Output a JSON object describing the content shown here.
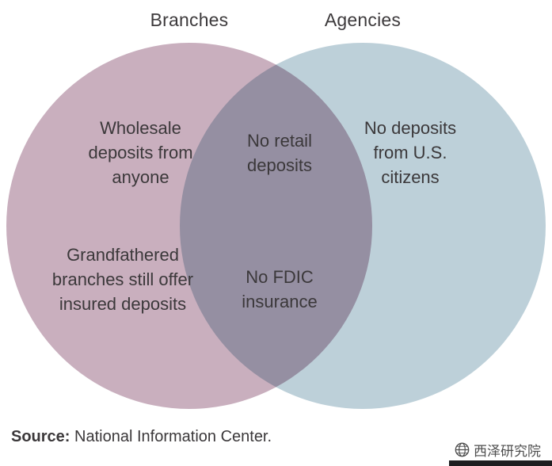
{
  "diagram": {
    "left_label": "Branches",
    "right_label": "Agencies",
    "left_items": [
      "Wholesale deposits from anyone",
      "Grandfathered branches still offer insured deposits"
    ],
    "overlap_items": [
      "No retail deposits",
      "No FDIC insurance"
    ],
    "right_items": [
      "No deposits from U.S. citizens"
    ],
    "colors": {
      "left_circle": "#c9afbe",
      "right_circle": "#bdd0d9",
      "overlap": "#91889c",
      "text": "#3b383a"
    }
  },
  "footer": {
    "source_label": "Source:",
    "source_text": " National Information Center."
  },
  "watermark": {
    "icon": "globe-icon",
    "text": "西泽研究院"
  }
}
